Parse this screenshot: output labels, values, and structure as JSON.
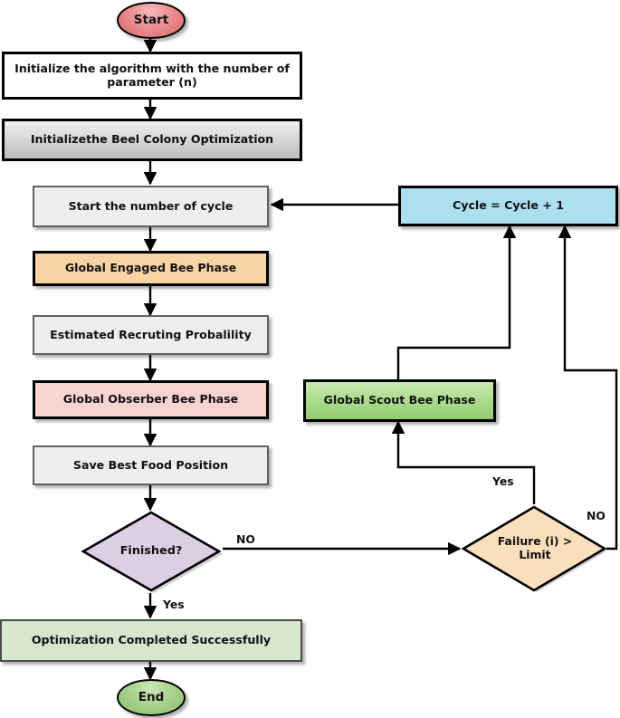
{
  "diagram": {
    "title": "Bee Colony Optimization Flowchart",
    "type": "flowchart"
  },
  "nodes": {
    "start": {
      "label": "Start",
      "shape": "ellipse",
      "fill": "#e8868a"
    },
    "init_params": {
      "label": "Initialize the algorithm with the number of parameter (n)",
      "shape": "rect",
      "fill": "#ffffff"
    },
    "init_bco": {
      "label": "Initializethe Beel Colony Optimization",
      "shape": "rect",
      "fill": "#c9c9c9"
    },
    "start_cycle": {
      "label": "Start the number of cycle",
      "shape": "rect",
      "fill": "#eeeeee"
    },
    "engaged": {
      "label": "Global Engaged Bee Phase",
      "shape": "rect",
      "fill": "#f8d3a4"
    },
    "recruting": {
      "label": "Estimated Recruting Probalility",
      "shape": "rect",
      "fill": "#eeeeee"
    },
    "observer": {
      "label": "Global Obserber Bee Phase",
      "shape": "rect",
      "fill": "#f7d4d2"
    },
    "save_food": {
      "label": "Save Best Food Position",
      "shape": "rect",
      "fill": "#eeeeee"
    },
    "finished": {
      "label": "Finished?",
      "shape": "diamond",
      "fill": "#ddcfe3"
    },
    "optimization_done": {
      "label": "Optimization Completed Successfully",
      "shape": "rect",
      "fill": "#d6e7cd"
    },
    "end": {
      "label": "End",
      "shape": "ellipse",
      "fill": "#a3ce86"
    },
    "cycle_inc": {
      "label": "Cycle  = Cycle + 1",
      "shape": "rect",
      "fill": "#ace0f0"
    },
    "scout": {
      "label": "Global Scout Bee Phase",
      "shape": "rect",
      "fill": "#a9d98c"
    },
    "failure": {
      "label": "Failure (i) > Limit",
      "label_line1": "Failure (i) >",
      "label_line2": "Limit",
      "shape": "diamond",
      "fill": "#fcdfbd"
    }
  },
  "edge_labels": {
    "finished_no": "NO",
    "finished_yes": "Yes",
    "failure_yes": "Yes",
    "failure_no": "NO"
  },
  "colors": {
    "stroke": "#000000",
    "box_border": "#3a3a3a",
    "text": "#111111"
  }
}
